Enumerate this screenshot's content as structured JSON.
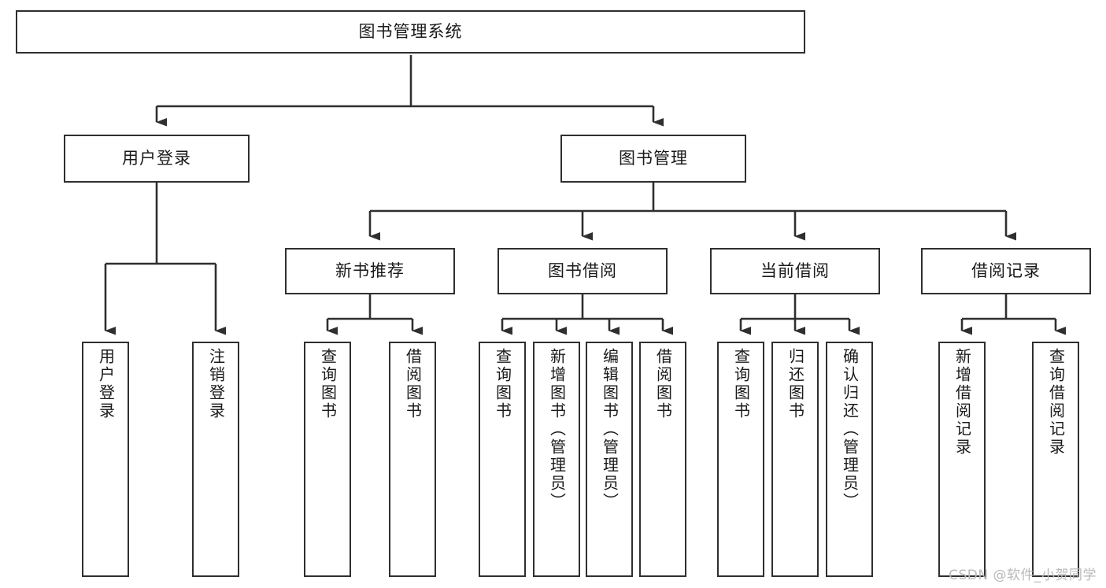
{
  "diagram": {
    "title": "图书管理系统",
    "type": "tree-hierarchy",
    "root": {
      "label": "图书管理系统"
    },
    "level2": [
      {
        "label": "用户登录"
      },
      {
        "label": "图书管理"
      }
    ],
    "level3": [
      {
        "label": "新书推荐"
      },
      {
        "label": "图书借阅"
      },
      {
        "label": "当前借阅"
      },
      {
        "label": "借阅记录"
      }
    ],
    "leaves": {
      "user_login": [
        {
          "label": "用户登录"
        },
        {
          "label": "注销登录"
        }
      ],
      "new_book_recommend": [
        {
          "label": "查询图书"
        },
        {
          "label": "借阅图书"
        }
      ],
      "book_borrow": [
        {
          "label": "查询图书"
        },
        {
          "label": "新增图书（管理员）"
        },
        {
          "label": "编辑图书（管理员）"
        },
        {
          "label": "借阅图书"
        }
      ],
      "current_borrow": [
        {
          "label": "查询图书"
        },
        {
          "label": "归还图书"
        },
        {
          "label": "确认归还（管理员）"
        }
      ],
      "borrow_record": [
        {
          "label": "新增借阅记录"
        },
        {
          "label": "查询借阅记录"
        }
      ]
    }
  },
  "watermark": {
    "text": "CSDN @软件_小贺同学"
  },
  "colors": {
    "border": "#2f2f2f",
    "line": "#2f2f2f",
    "text": "#1a1a1a",
    "background": "#ffffff",
    "watermark": "#b9b9b9"
  }
}
